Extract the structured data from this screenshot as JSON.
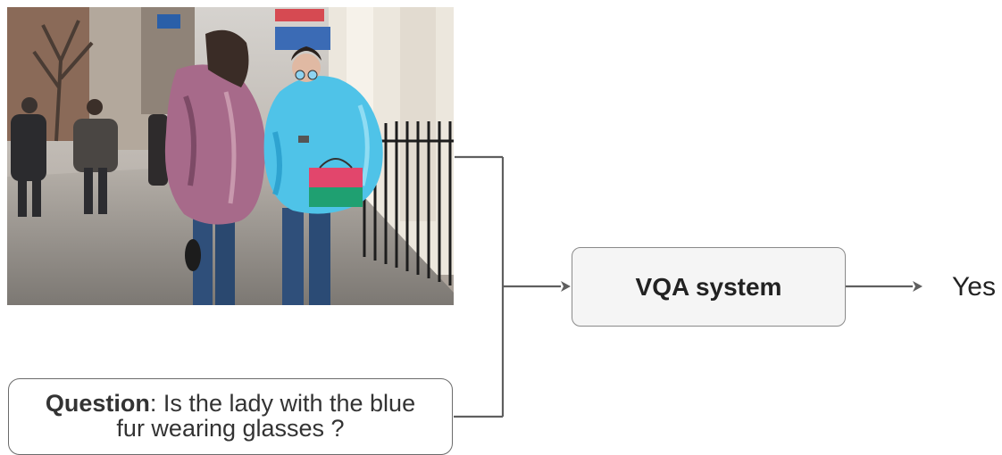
{
  "image": {
    "alt_icon": "street-photo-two-women-fur-coats",
    "colors": {
      "blue_fur": "#4fc3e8",
      "pink_fur": "#a76a8a",
      "handbag_top": "#e2466c",
      "handbag_bottom": "#1fa071",
      "jeans": "#2f4f7a",
      "wet_pavement": "#8e8b87"
    }
  },
  "question": {
    "label": "Question",
    "separator": ": ",
    "line1": "Is the lady with the blue",
    "line2": "fur wearing glasses ?"
  },
  "system": {
    "label": "VQA system"
  },
  "answer": {
    "text": "Yes"
  },
  "colors": {
    "connector": "#5f5f5f",
    "box_fill": "#f5f5f5",
    "box_border": "#8a8a8a",
    "text": "#222222"
  }
}
